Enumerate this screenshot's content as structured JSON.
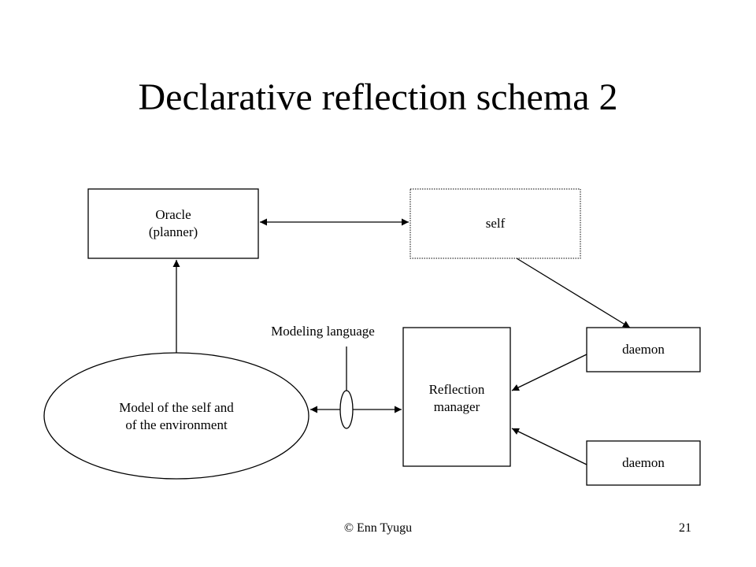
{
  "slide": {
    "title": "Declarative reflection schema 2",
    "footer_left": "© Enn Tyugu",
    "page_number": "21"
  },
  "diagram": {
    "nodes": {
      "oracle": {
        "line1": "Oracle",
        "line2": "(planner)"
      },
      "self": {
        "label": "self"
      },
      "model": {
        "line1": "Model of the self and",
        "line2": "of the environment"
      },
      "reflection_manager": {
        "line1": "Reflection",
        "line2": "manager"
      },
      "daemon_top": {
        "label": "daemon"
      },
      "daemon_bottom": {
        "label": "daemon"
      }
    },
    "annotations": {
      "modeling_language": "Modeling language"
    }
  }
}
